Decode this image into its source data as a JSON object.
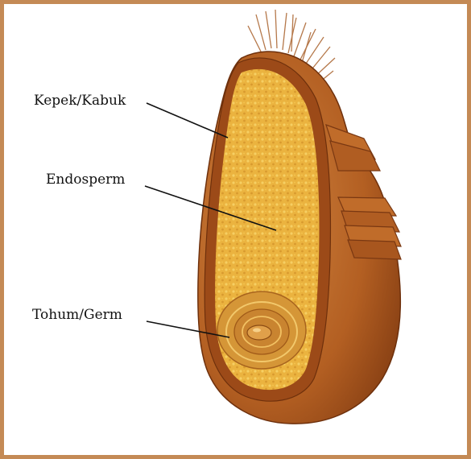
{
  "labels": {
    "bran": "Kepek/Kabuk",
    "endosperm": "Endosperm",
    "germ": "Tohum/Germ"
  },
  "colors": {
    "frame": "#c48a55",
    "hull_dark": "#8a3f12",
    "hull": "#b35f22",
    "hull_light": "#d08440",
    "endosperm": "#e9ae3c",
    "endosperm_light": "#f4c95a",
    "germ": "#c9872f",
    "leader_line": "#111111"
  }
}
